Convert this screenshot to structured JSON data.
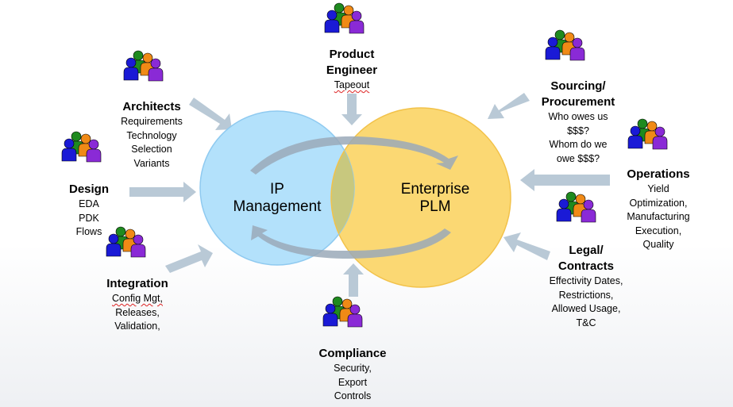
{
  "center": {
    "left_label": [
      "IP",
      "Management"
    ],
    "right_label": [
      "Enterprise",
      "PLM"
    ]
  },
  "groups": {
    "product_engineer": {
      "title": [
        "Product",
        "Engineer"
      ],
      "lines": [
        "Tapeout"
      ]
    },
    "architects": {
      "title": [
        "Architects"
      ],
      "lines": [
        "Requirements",
        "Technology",
        "Selection",
        "Variants"
      ]
    },
    "design": {
      "title": [
        "Design"
      ],
      "lines": [
        "EDA",
        "PDK",
        "Flows"
      ]
    },
    "integration": {
      "title": [
        "Integration"
      ],
      "lines": [
        "Config Mgt,",
        "Releases,",
        "Validation,"
      ]
    },
    "compliance": {
      "title": [
        "Compliance"
      ],
      "lines": [
        "Security,",
        "Export",
        "Controls"
      ]
    },
    "sourcing": {
      "title": [
        "Sourcing/",
        "Procurement"
      ],
      "lines": [
        "Who owes us",
        "$$$?",
        "Whom do we",
        "owe $$$?"
      ]
    },
    "operations": {
      "title": [
        "Operations"
      ],
      "lines": [
        "Yield",
        "Optimization,",
        "Manufacturing",
        "Execution,",
        "Quality"
      ]
    },
    "legal": {
      "title": [
        "Legal/",
        "Contracts"
      ],
      "lines": [
        "Effectivity Dates,",
        "Restrictions,",
        "Allowed Usage,",
        "T&C"
      ]
    }
  },
  "icons": "people-group-icon",
  "colors": {
    "ip_circle": "#b3e1fb",
    "plm_circle": "#fbd873",
    "overlap": "#c8c87e",
    "arrow": "#b9c9d6",
    "person_blue": "#1a1ad6",
    "person_green": "#1f8a1f",
    "person_orange": "#f08a16",
    "person_purple": "#8a2ad6"
  }
}
